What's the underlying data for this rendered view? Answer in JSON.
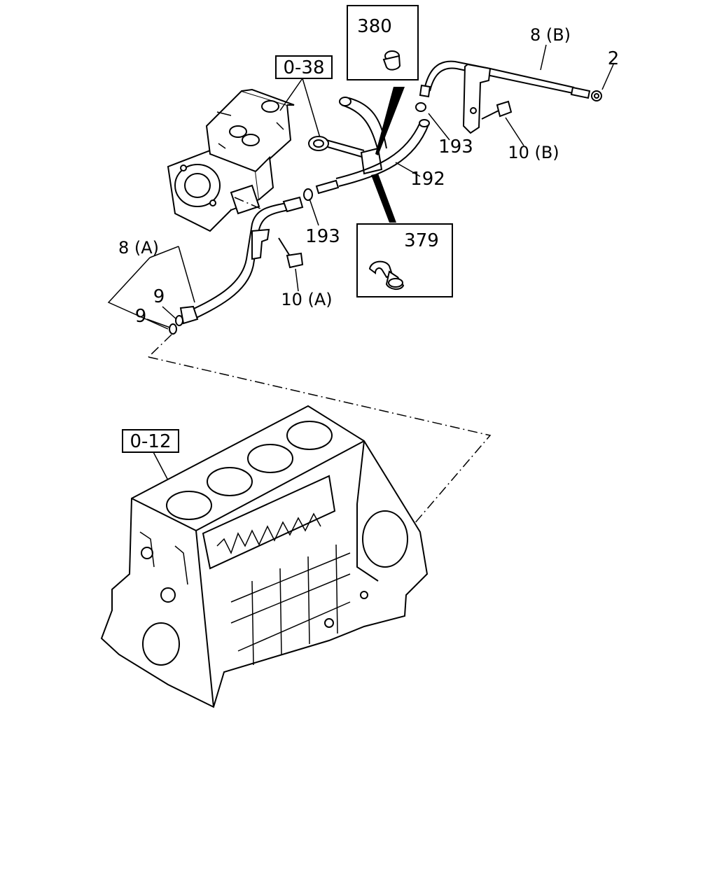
{
  "callouts": {
    "ref_0_38": "0-38",
    "ref_0_12": "0-12",
    "p380": "380",
    "p379": "379",
    "p8b": "8 (B)",
    "p2": "2",
    "p193_top": "193",
    "p10b": "10 (B)",
    "p192": "192",
    "p193_mid": "193",
    "p8a": "8 (A)",
    "p9_upper": "9",
    "p9_lower": "9",
    "p10a": "10 (A)"
  }
}
